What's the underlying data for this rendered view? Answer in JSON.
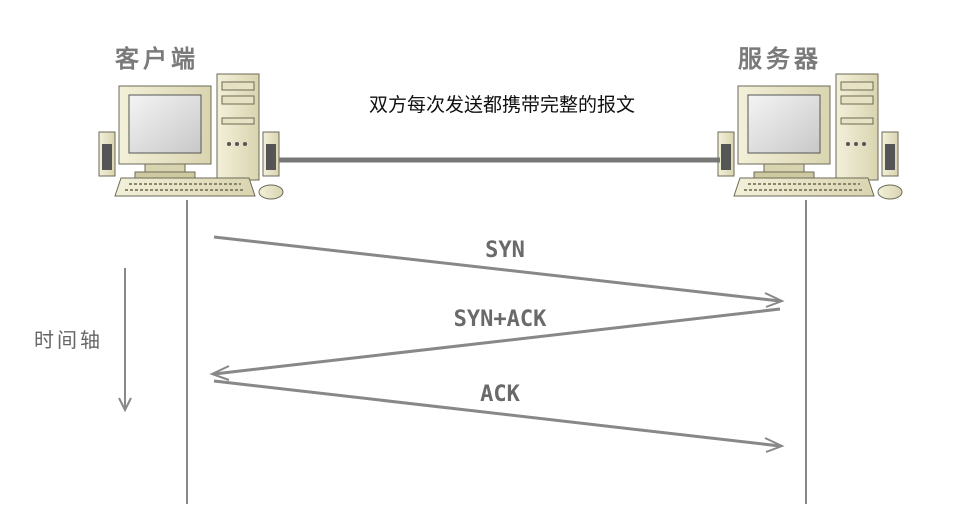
{
  "client": {
    "label": "客户端"
  },
  "server": {
    "label": "服务器"
  },
  "connection": {
    "label": "双方每次发送都携带完整的报文"
  },
  "time_axis": {
    "label": "时间轴"
  },
  "messages": [
    {
      "label": "SYN",
      "from": "client",
      "to": "server"
    },
    {
      "label": "SYN+ACK",
      "from": "server",
      "to": "client"
    },
    {
      "label": "ACK",
      "from": "client",
      "to": "server"
    }
  ],
  "colors": {
    "line": "#888888",
    "monitor": "#e8e4c8",
    "screen": "#d0d0d0"
  }
}
